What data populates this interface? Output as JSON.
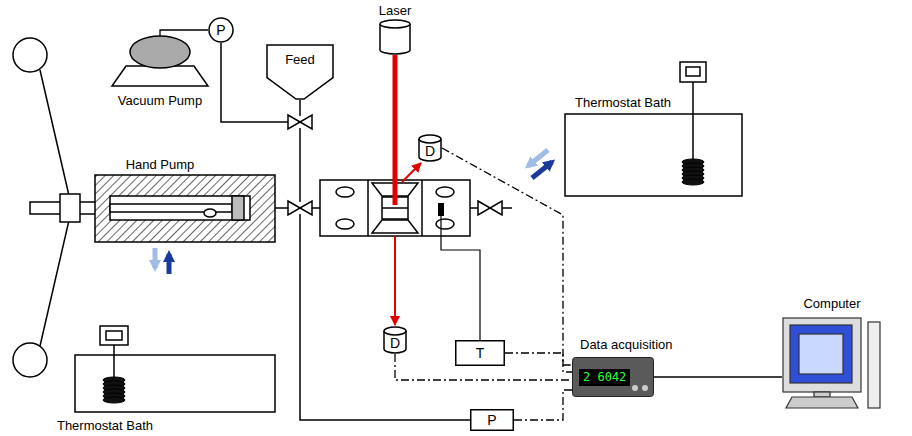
{
  "diagram": {
    "nodes": [
      {
        "text": [
          "P"
        ]
      },
      {
        "text": [
          "Feed"
        ]
      },
      {
        "text": [
          "Laser"
        ]
      },
      {
        "text": [
          "Vacuum Pump"
        ]
      },
      {
        "text": [
          "Thermostat Bath"
        ]
      },
      {
        "text": [
          "Hand Pump"
        ]
      },
      {
        "text": [
          "D"
        ]
      },
      {
        "text": [
          "T"
        ]
      },
      {
        "text": [
          "Computer"
        ]
      },
      {
        "text": [
          "Data acquisition",
          "2 6042"
        ]
      },
      {
        "text": [
          "D"
        ]
      },
      {
        "text": [
          "Thermostat Bath"
        ]
      },
      {
        "text": [
          "P"
        ]
      }
    ],
    "edges": [
      {
        "from": 3,
        "to": 0,
        "arrow": "none"
      },
      {
        "from": 6,
        "to": 9,
        "arrow": "none"
      },
      {
        "from": 7,
        "to": 9,
        "arrow": "none"
      },
      {
        "from": 10,
        "to": 9,
        "arrow": "none"
      },
      {
        "from": 12,
        "to": 9,
        "arrow": "none"
      },
      {
        "from": 9,
        "to": 8,
        "arrow": "none"
      }
    ]
  }
}
